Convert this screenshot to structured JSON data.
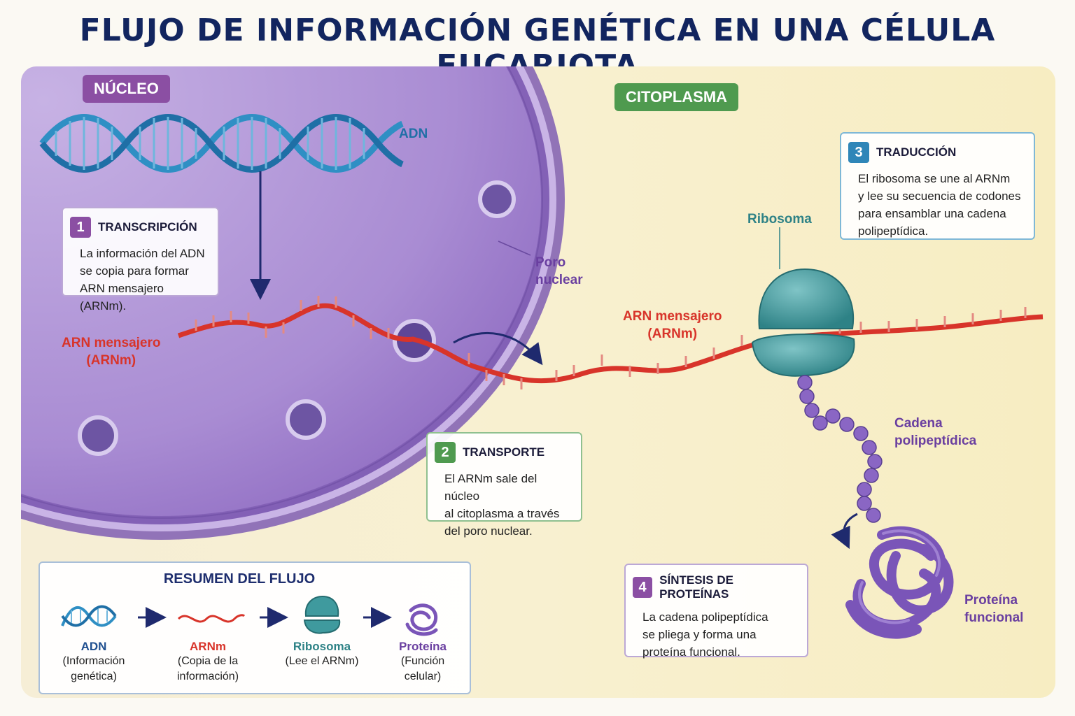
{
  "title": "FLUJO DE INFORMACIÓN GENÉTICA EN UNA CÉLULA EUCARIOTA",
  "colors": {
    "nucleus": "#9a72c4",
    "dna": "#2f8fc4",
    "mrna": "#d8342a",
    "ribosome": "#3f9a9e",
    "protein": "#7a55b8",
    "step1": "#8b4fa3",
    "step2": "#4f9a4f",
    "step3": "#2f86b8",
    "step4": "#8b4fa3"
  },
  "regions": {
    "nucleus": "NÚCLEO",
    "cytoplasm": "CITOPLASMA"
  },
  "labels": {
    "dna": "ADN",
    "mrna_nucleus": "ARN mensajero\n(ARNm)",
    "mrna_cytoplasm": "ARN mensajero\n(ARNm)",
    "pore": "Poro\nnuclear",
    "ribosome": "Ribosoma",
    "chain": "Cadena\npolipeptídica",
    "protein": "Proteína\nfuncional"
  },
  "steps": [
    {
      "num": "1",
      "title": "TRANSCRIPCIÓN",
      "text": "La información del ADN\nse copia para formar\nARN mensajero (ARNm)."
    },
    {
      "num": "2",
      "title": "TRANSPORTE",
      "text": "El ARNm sale del núcleo\nal citoplasma a través\ndel poro nuclear."
    },
    {
      "num": "3",
      "title": "TRADUCCIÓN",
      "text": "El ribosoma se une al ARNm\ny lee su secuencia de codones\npara ensamblar una cadena\npolipeptídica."
    },
    {
      "num": "4",
      "title": "SÍNTESIS DE PROTEÍNAS",
      "text": "La cadena polipeptídica\nse pliega y forma una\nproteína funcional."
    }
  ],
  "summary": {
    "title": "RESUMEN DEL FLUJO",
    "items": [
      {
        "name": "ADN",
        "desc": "(Información\ngenética)",
        "icon": "dna-icon"
      },
      {
        "name": "ARNm",
        "desc": "(Copia de la\ninformación)",
        "icon": "mrna-icon"
      },
      {
        "name": "Ribosoma",
        "desc": "(Lee el ARNm)",
        "icon": "ribosome-icon"
      },
      {
        "name": "Proteína",
        "desc": "(Función\ncelular)",
        "icon": "protein-icon"
      }
    ],
    "arrow_icon": "right-arrow-icon"
  }
}
